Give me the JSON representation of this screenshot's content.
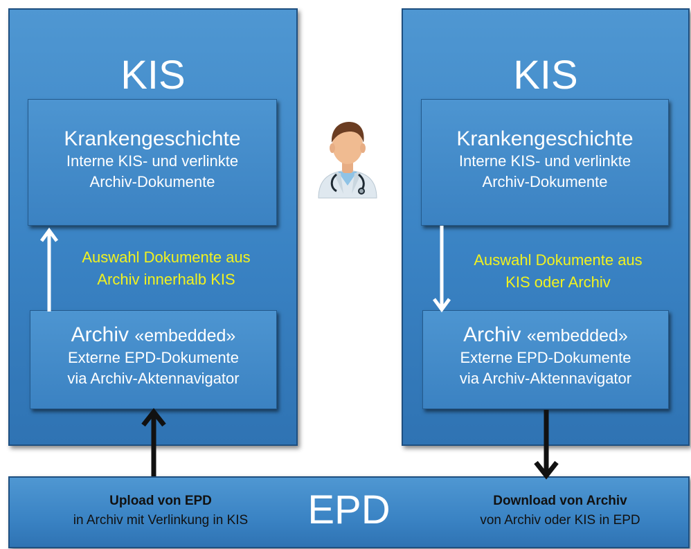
{
  "left": {
    "title": "KIS",
    "history": {
      "title": "Krankengeschichte",
      "line1": "Interne KIS- und verlinkte",
      "line2": "Archiv-Dokumente"
    },
    "selection": {
      "line1": "Auswahl Dokumente aus",
      "line2": "Archiv innerhalb KIS"
    },
    "archive": {
      "title_main": "Archiv ",
      "title_tag": "«embedded»",
      "line1": "Externe EPD-Dokumente",
      "line2": "via Archiv-Aktennavigator"
    }
  },
  "right": {
    "title": "KIS",
    "history": {
      "title": "Krankengeschichte",
      "line1": "Interne KIS- und verlinkte",
      "line2": "Archiv-Dokumente"
    },
    "selection": {
      "line1": "Auswahl Dokumente aus",
      "line2": "KIS oder Archiv"
    },
    "archive": {
      "title_main": "Archiv ",
      "title_tag": "«embedded»",
      "line1": "Externe EPD-Dokumente",
      "line2": "via Archiv-Aktennavigator"
    }
  },
  "epd": {
    "title": "EPD",
    "upload_bold": "Upload von EPD",
    "upload_text": "in Archiv mit Verlinkung in KIS",
    "download_bold": "Download von Archiv",
    "download_text": "von Archiv oder KIS in EPD"
  },
  "colors": {
    "panel_blue": "#3a83c4",
    "highlight_yellow": "#f2f21f",
    "arrow_white": "#ffffff",
    "arrow_dark": "#111111"
  },
  "icons": {
    "center": "doctor-icon"
  }
}
